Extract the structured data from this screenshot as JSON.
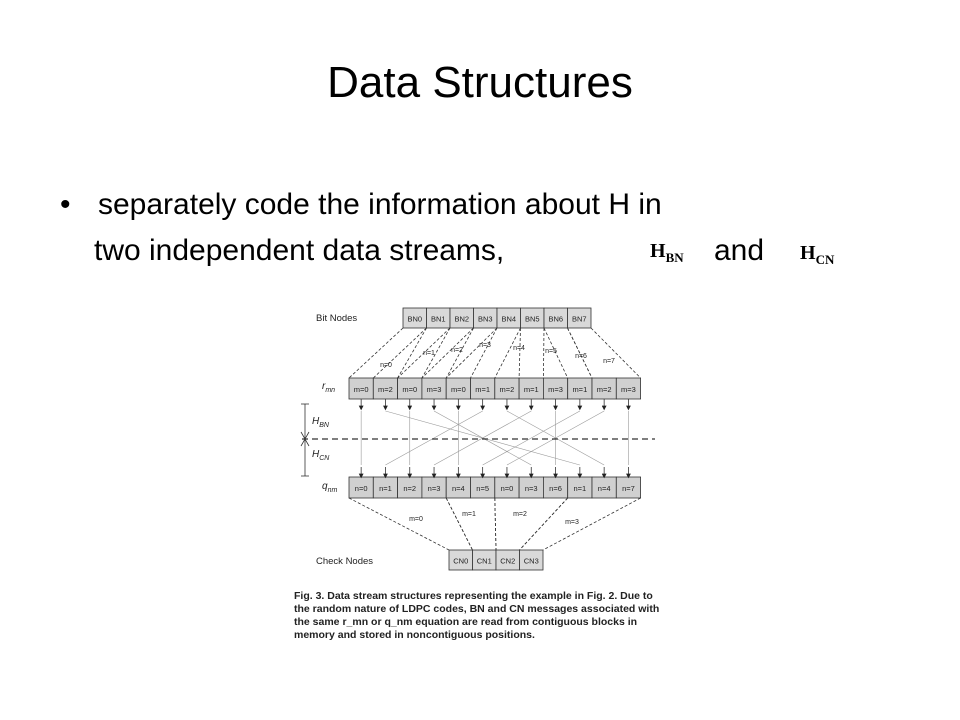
{
  "slide": {
    "title": "Data Structures",
    "bullet_line1": "separately code the information about H in",
    "bullet_line2": "two independent data streams,",
    "sym_bn": "H",
    "sym_bn_sub": "BN",
    "and_word": "and",
    "sym_cn": "H",
    "sym_cn_sub": "CN"
  },
  "diagram": {
    "bit_nodes_label": "Bit Nodes",
    "check_nodes_label": "Check Nodes",
    "bit_nodes": [
      "BN0",
      "BN1",
      "BN2",
      "BN3",
      "BN4",
      "BN5",
      "BN6",
      "BN7"
    ],
    "rmn_label": "r_mn",
    "rmn_cells": [
      "m=0",
      "m=2",
      "m=0",
      "m=3",
      "m=0",
      "m=1",
      "m=2",
      "m=1",
      "m=3",
      "m=1",
      "m=2",
      "m=3"
    ],
    "qnm_label": "q_nm",
    "qnm_cells": [
      "n=0",
      "n=1",
      "n=2",
      "n=3",
      "n=4",
      "n=5",
      "n=0",
      "n=3",
      "n=6",
      "n=1",
      "n=4",
      "n=7"
    ],
    "check_nodes": [
      "CN0",
      "CN1",
      "CN2",
      "CN3"
    ],
    "hbn_label": "H_BN",
    "hcn_label": "H_CN",
    "n_labels": [
      "n=0",
      "n=1",
      "n=2",
      "n=3",
      "n=4",
      "n=5",
      "n=6",
      "n=7"
    ],
    "m_labels": [
      "m=0",
      "m=1",
      "m=2",
      "m=3"
    ],
    "colors": {
      "node_fill": "#d9d9d9",
      "cell_fill": "#d0d0d0",
      "line": "#333333"
    }
  },
  "caption": "Fig. 3. Data stream structures representing the example in Fig. 2. Due to the random nature of LDPC codes, BN and CN messages associated with the same r_mn or q_nm equation are read from contiguous blocks in memory and stored in noncontiguous positions."
}
